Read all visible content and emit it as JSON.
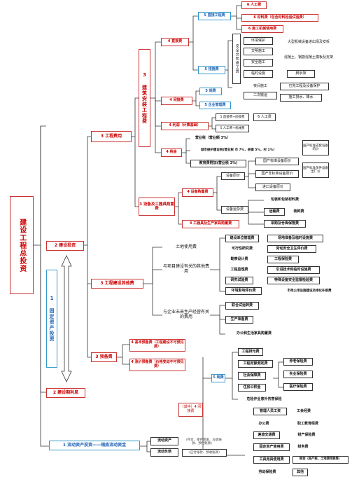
{
  "root": "建设工程总投资",
  "l1": {
    "construction": "2 建设投资",
    "interest": "2 建设期利息",
    "fixed_asset": "1 固定资产投资",
    "working_capital": "1 流动资产投资——铺底流动资金"
  },
  "l2": {
    "engineering": "3 工程费用",
    "other": "3 工程建设其他费",
    "reserve": "3 预备费"
  },
  "eng": {
    "install": "3 建筑安装工程费",
    "equipment": "3 设备及工器具购置费"
  },
  "install_items": {
    "direct": "4 直接费",
    "indirect": "4 间接费",
    "profit": "4 利润（计算基础）",
    "tax": "4 税金"
  },
  "direct_items": {
    "dep": "5 直接工程费",
    "measure": "5 措施费"
  },
  "dep_items": [
    "6 人工费",
    "6 材料费（包含材料检验试验费）",
    "6 施工机械使用费"
  ],
  "measure_vertical": "安全文明施工费",
  "measure_sub": [
    "环境保护",
    "文明施工",
    "安全施工",
    "临时设施"
  ],
  "measure_other": [
    "大型机械设备进出场及安拆",
    "混凝土、钢筋混凝土模板及支架",
    "脚手架",
    "夜间施工",
    "二次搬运",
    "已完工程及设备保护",
    "施工排水、降水"
  ],
  "indirect_items": [
    "5 规费",
    "5 企业管理费"
  ],
  "profit_items": [
    "5 直接费+间接费",
    "5 人工费+机械费"
  ],
  "profit_labor": "6 人工费",
  "tax_items": [
    "营业税（营业额 3%）",
    "城市维护建设税(营业税 市 7%，县镇 5%，村 1%)",
    "教育费附加(营业税 3%)"
  ],
  "equip_items": {
    "purchase": "4 设备购置费",
    "tools": "4 工器具及生产家具购置费",
    "price": "设备原价",
    "misc": "设备运杂费",
    "domestic_std": "国产标准设备原价",
    "domestic_nonstd": "国产非标准设备原价",
    "import": "进口设备原价",
    "std_note": "国产标准成套设备的价",
    "nonstd_note": "国产标准单件设备出厂价",
    "pack": "包装和包装材料费",
    "freight": "运输费",
    "handling": "装卸费",
    "storage": "采购及仓库保管费"
  },
  "other_items": {
    "land": "土地使用费",
    "project": "与项目建设有关的其他费用",
    "future": "与企业未来生产经营有关的费用"
  },
  "land_items": [
    "建设单位管理费",
    "可行性研究费",
    "勘察设计费",
    "工程监理费",
    "研究试验费",
    "环境影响评价费"
  ],
  "land_items2": [
    "场地准备及临时设施费",
    "劳动安全卫生评价费",
    "工程保险费",
    "引进技术和临时设施费",
    "特殊设备安全监督检验费",
    "市政公用设施建设及绿化补偿费"
  ],
  "future_items": [
    "联合试运转费",
    "生产准备费",
    "办公和生活家具购置费"
  ],
  "reserve_items": [
    "4 基本预备费（工程建设不可预见费）",
    "4 涨价预备费（价格变动不可预见费）"
  ],
  "fees": {
    "label": "5 规费",
    "items": [
      "工程排污费",
      "工程定额测定费",
      "社会保障费",
      "住房公积金",
      "危险作业意外伤害保险"
    ],
    "social": [
      "养老保险费",
      "失业保险费",
      "医疗保险费"
    ]
  },
  "mgmt": {
    "label": "（其中）4 间接费",
    "items": [
      "管理人员工资",
      "办公费",
      "差旅交通费",
      "固定资产使用费",
      "工具用具使用费",
      "劳动保险费"
    ],
    "items2": [
      "工会经费",
      "职工教育经费",
      "财产保险费",
      "财务费",
      "税金（房产税，土地使用税等）",
      "其他"
    ]
  },
  "wc": {
    "assets": "流动资产",
    "assets_note": "（存货、库存现金、应收账款、预付账款）",
    "liab": "流动负债",
    "liab_note": "（应付账款、预收账款）"
  }
}
